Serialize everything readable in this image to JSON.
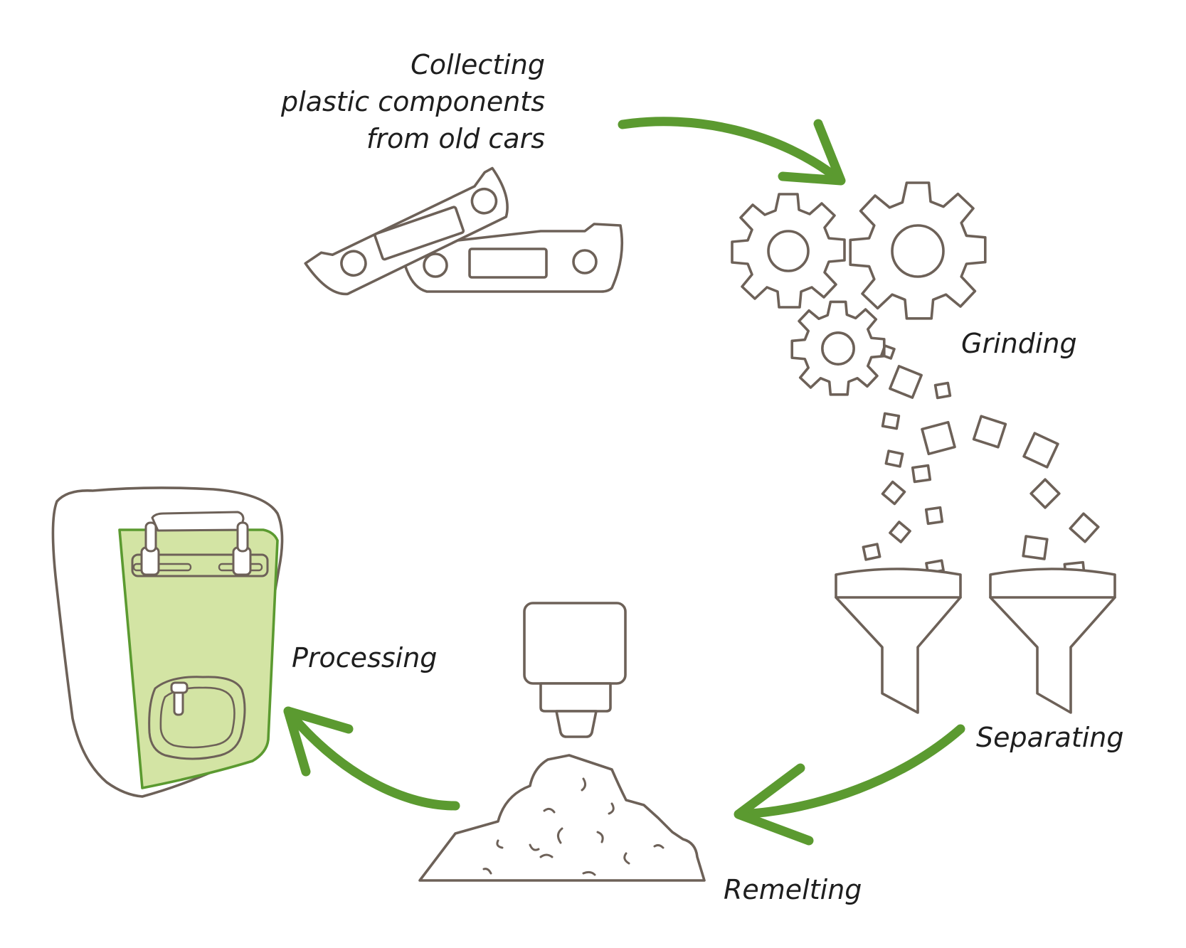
{
  "steps": {
    "collecting": {
      "line1": "Collecting",
      "line2": "plastic components",
      "line3": "from old cars"
    },
    "grinding": "Grinding",
    "separating": "Separating",
    "remelting": "Remelting",
    "processing": "Processing"
  },
  "colors": {
    "arrow": "#5b9a30",
    "outline": "#6d6158",
    "panel_fill": "#d3e4a4",
    "panel_stroke": "#5b9a30",
    "text": "#1e1e1e"
  },
  "icons": {
    "collecting": "car-bumpers-icon",
    "grinding": "gears-icon",
    "separating": "funnels-icon",
    "remelting": "extruder-pile-icon",
    "processing": "bag-panel-icon"
  }
}
